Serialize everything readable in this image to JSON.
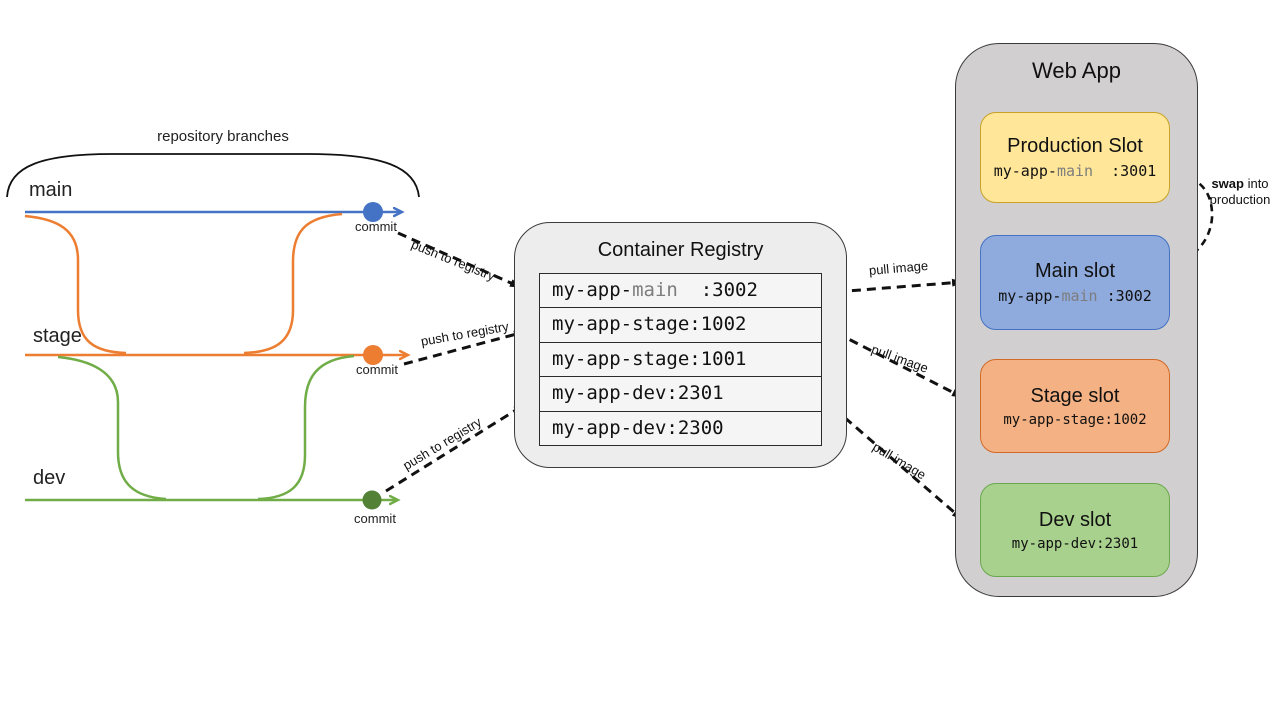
{
  "branches": {
    "bracket_label": "repository branches",
    "main": {
      "name": "main",
      "commit": "commit"
    },
    "stage": {
      "name": "stage",
      "commit": "commit"
    },
    "dev": {
      "name": "dev",
      "commit": "commit"
    }
  },
  "arrows": {
    "push1": "push to registry",
    "push2": "push to registry",
    "push3": "push to registry",
    "pull1": "pull image",
    "pull2": "pull image",
    "pull3": "pull image",
    "swap_bold": "swap",
    "swap_rest": " into",
    "swap_line2": "production"
  },
  "registry": {
    "title": "Container Registry",
    "rows": [
      {
        "pre": "my-app-",
        "accent": "main",
        "post": "  :3002"
      },
      {
        "text": "my-app-stage:1002"
      },
      {
        "text": "my-app-stage:1001"
      },
      {
        "text": "my-app-dev:2301"
      },
      {
        "text": "my-app-dev:2300"
      }
    ]
  },
  "webapp": {
    "title": "Web App",
    "slots": [
      {
        "title": "Production Slot",
        "pre": "my-app-",
        "accent": "main",
        "post": "  :3001"
      },
      {
        "title": "Main slot",
        "pre": "my-app-",
        "accent": "main",
        "post": " :3002"
      },
      {
        "title": "Stage slot",
        "text": "my-app-stage:1002"
      },
      {
        "title": "Dev slot",
        "text": "my-app-dev:2301"
      }
    ]
  },
  "colors": {
    "main_branch": "#4472c4",
    "stage_branch": "#ed7d31",
    "dev_branch": "#70ad47",
    "dev_commit_dot": "#538135",
    "production_slot_fill": "#ffe699",
    "production_slot_border": "#c9a227",
    "main_slot_fill": "#8faadc",
    "main_slot_border": "#4472c4",
    "stage_slot_fill": "#f4b183",
    "stage_slot_border": "#d26a27",
    "dev_slot_fill": "#a9d18e",
    "dev_slot_border": "#6aa84f",
    "webapp_fill": "#d1cfcf",
    "registry_fill": "#ededed",
    "arrow_black": "#111111"
  }
}
